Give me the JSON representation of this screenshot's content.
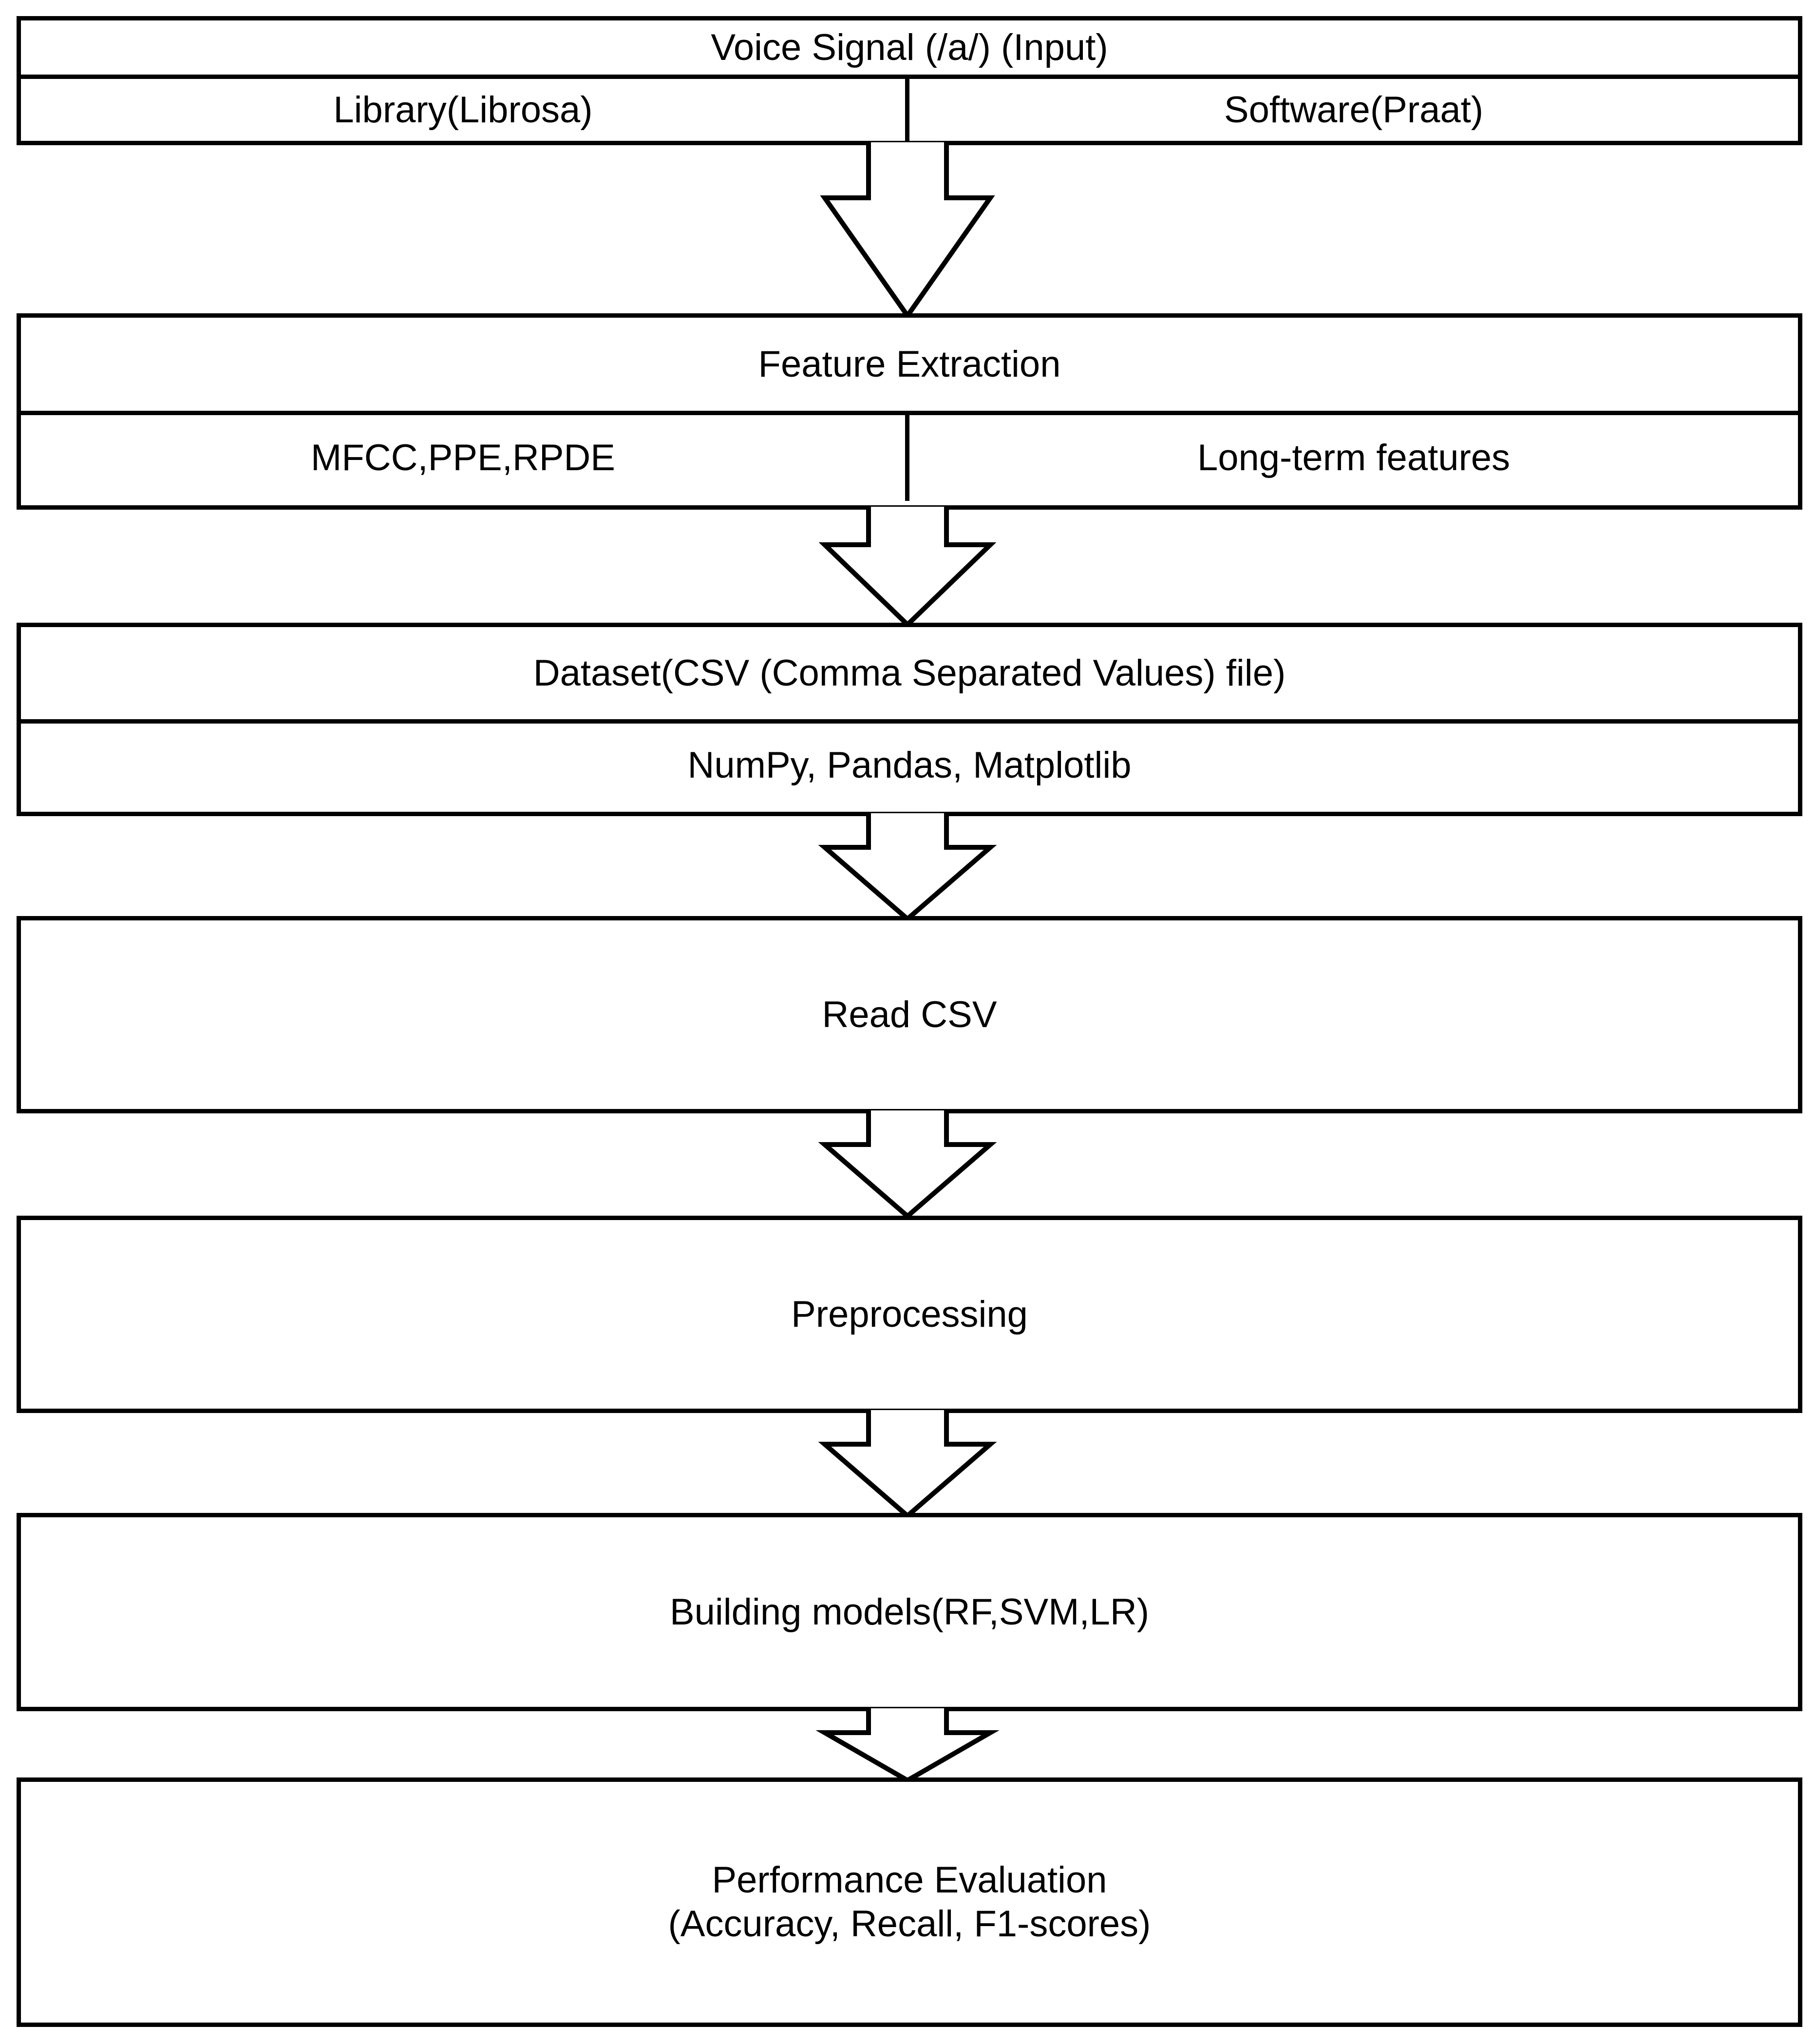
{
  "diagram": {
    "title": "Voice-based Parkinson detection methodology flowchart",
    "orientation": "top-to-bottom",
    "line_color": "#000000",
    "fill_color": "#ffffff",
    "text_color": "#000000",
    "arrow_style": "hollow-block-arrow-down"
  },
  "nodes": [
    {
      "id": "input",
      "label": "Voice Signal (/a/) (Input)",
      "split": true,
      "left_label": "Library(Librosa)",
      "right_label": "Software(Praat)"
    },
    {
      "id": "feature-extraction",
      "label": "Feature Extraction",
      "split": true,
      "left_label": "MFCC,PPE,RPDE",
      "right_label": "Long-term features"
    },
    {
      "id": "dataset",
      "label": "Dataset(CSV (Comma Separated Values) file)",
      "split": false,
      "sub_label": "NumPy, Pandas, Matplotlib"
    },
    {
      "id": "read-csv",
      "label": "Read CSV"
    },
    {
      "id": "preprocessing",
      "label": "Preprocessing"
    },
    {
      "id": "building-models",
      "label": "Building models(RF,SVM,LR)"
    },
    {
      "id": "performance-evaluation",
      "label": "Performance Evaluation\n(Accuracy, Recall, F1-scores)"
    }
  ],
  "edges": [
    {
      "from": "input",
      "to": "feature-extraction"
    },
    {
      "from": "feature-extraction",
      "to": "dataset"
    },
    {
      "from": "dataset",
      "to": "read-csv"
    },
    {
      "from": "read-csv",
      "to": "preprocessing"
    },
    {
      "from": "preprocessing",
      "to": "building-models"
    },
    {
      "from": "building-models",
      "to": "performance-evaluation"
    }
  ]
}
